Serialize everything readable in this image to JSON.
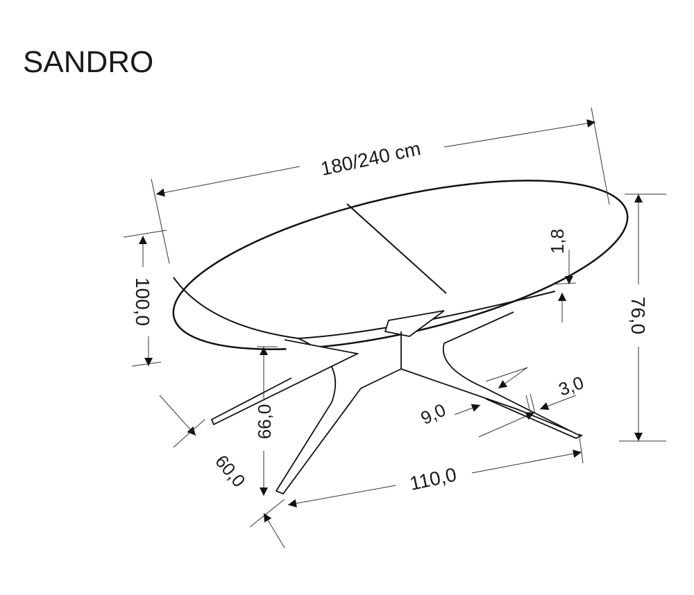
{
  "title": "SANDRO",
  "dimensions": {
    "length": "180/240 cm",
    "top_thickness": "1,8",
    "width": "100,0",
    "height": "76,0",
    "leg_clearance": "66,0",
    "leg_span_short": "60,0",
    "leg_span_long": "110,0",
    "leg_width": "9,0",
    "leg_thickness": "3,0"
  }
}
